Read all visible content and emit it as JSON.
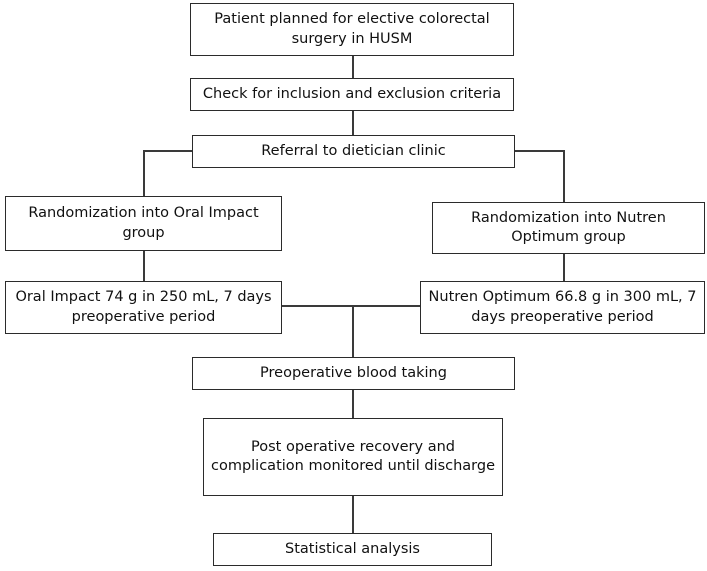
{
  "diagram": {
    "title": "Clinical trial flowchart: elective colorectal surgery perioperative nutrition study",
    "type": "flowchart",
    "orientation": "top-to-bottom",
    "colors": {
      "box_border": "#2b2b2b",
      "connector": "#3a3a3a",
      "text": "#111111",
      "background": "#ffffff"
    },
    "nodes": {
      "patient_planned": "Patient planned for elective colorectal surgery in HUSM",
      "check_criteria": "Check for inclusion and exclusion criteria",
      "referral_dietician": "Referral to dietician clinic",
      "randomization_oral_impact": "Randomization into Oral Impact group",
      "randomization_nutren": "Randomization into Nutren Optimum group",
      "oral_impact_dose": "Oral Impact 74 g in 250 mL, 7 days preoperative period",
      "nutren_dose": "Nutren Optimum 66.8 g in 300 mL, 7 days preoperative period",
      "preoperative_blood": "Preoperative blood taking",
      "postoperative_recovery": "Post operative recovery and complication monitored until discharge",
      "statistical_analysis": "Statistical analysis"
    },
    "edges": [
      {
        "from": "patient_planned",
        "to": "check_criteria",
        "style": "straight"
      },
      {
        "from": "check_criteria",
        "to": "referral_dietician",
        "style": "straight"
      },
      {
        "from": "referral_dietician",
        "to": "randomization_oral_impact",
        "style": "elbow-left"
      },
      {
        "from": "referral_dietician",
        "to": "randomization_nutren",
        "style": "elbow-right"
      },
      {
        "from": "randomization_oral_impact",
        "to": "oral_impact_dose",
        "style": "straight"
      },
      {
        "from": "randomization_nutren",
        "to": "nutren_dose",
        "style": "straight"
      },
      {
        "from": "oral_impact_dose",
        "to": "preoperative_blood",
        "style": "merge-center"
      },
      {
        "from": "nutren_dose",
        "to": "preoperative_blood",
        "style": "merge-center"
      },
      {
        "from": "preoperative_blood",
        "to": "postoperative_recovery",
        "style": "straight"
      },
      {
        "from": "postoperative_recovery",
        "to": "statistical_analysis",
        "style": "straight"
      }
    ]
  }
}
